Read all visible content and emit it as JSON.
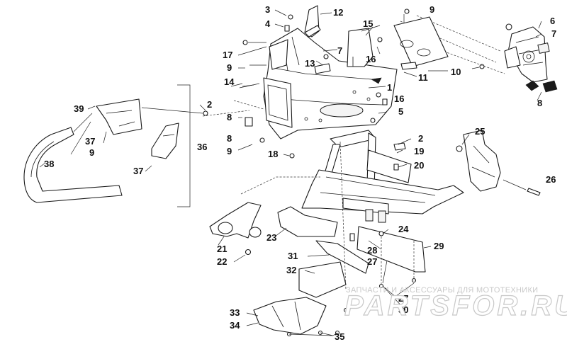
{
  "callouts": [
    "1",
    "2",
    "3",
    "4",
    "5",
    "6",
    "7",
    "8",
    "9",
    "10",
    "11",
    "12",
    "13",
    "14",
    "15",
    "16",
    "17",
    "18",
    "19",
    "20",
    "21",
    "22",
    "23",
    "24",
    "25",
    "26",
    "27",
    "28",
    "29",
    "30",
    "31",
    "32",
    "33",
    "34",
    "35",
    "36",
    "37",
    "38",
    "39"
  ],
  "watermark": {
    "caption": "ЗАПЧАСТИ И АКСЕССУАРЫ ДЛЯ МОТОТЕХНИКИ",
    "logo": "PARTSFOR.RU"
  }
}
